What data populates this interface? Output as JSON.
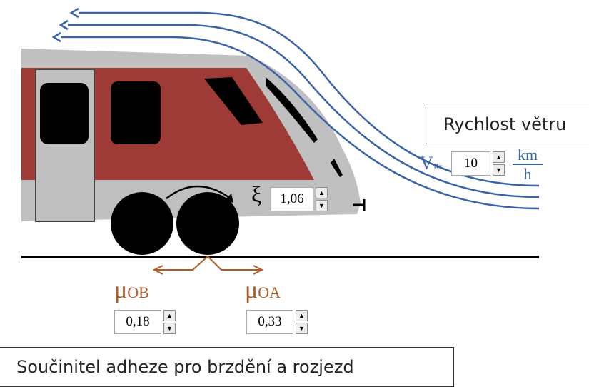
{
  "wind": {
    "callout": "Rychlost větru",
    "symbol": "V",
    "arrow_glyph": "⇤",
    "value": "10",
    "unit_top": "km",
    "unit_bottom": "h"
  },
  "xi": {
    "symbol": "ξ",
    "value": "1,06"
  },
  "adhesion": {
    "callout": "Součinitel adheze pro brzdění a rozjezd",
    "braking": {
      "symbol": "μ",
      "subscript": "OB",
      "value": "0,18"
    },
    "starting": {
      "symbol": "μ",
      "subscript": "OA",
      "value": "0,33"
    }
  },
  "spin_up_glyph": "▲",
  "spin_down_glyph": "▼",
  "colors": {
    "body_red": "#9e3b36",
    "body_grey": "#c0c0c0",
    "wind_lines": "#3a64a8",
    "force_arrows": "#b15a26",
    "wheel": "#000000",
    "rail": "#000000"
  }
}
